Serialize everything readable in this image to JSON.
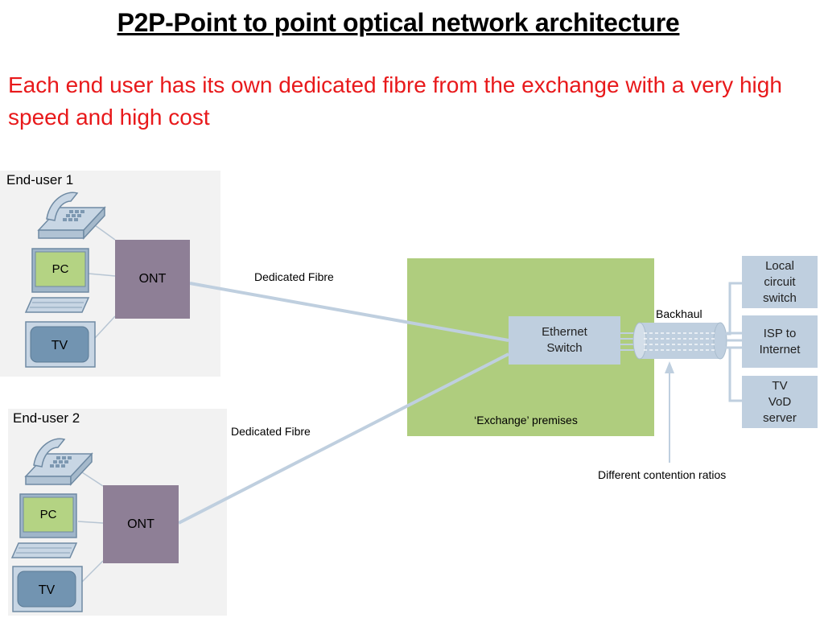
{
  "title": "P2P-Point to point optical network architecture",
  "subtitle": "Each end user has its own dedicated fibre from the exchange with a very high speed and high cost",
  "user1": {
    "label": "End-user 1",
    "pc": "PC",
    "tv": "TV",
    "ont": "ONT"
  },
  "user2": {
    "label": "End-user 2",
    "pc": "PC",
    "tv": "TV",
    "ont": "ONT"
  },
  "fibre1_label": "Dedicated Fibre",
  "fibre2_label": "Dedicated Fibre",
  "exchange": {
    "switch_line1": "Ethernet",
    "switch_line2": "Switch",
    "premises": "‘Exchange’ premises"
  },
  "backhaul_label": "Backhaul",
  "servers": [
    {
      "lines": [
        "Local",
        "circuit",
        "switch"
      ]
    },
    {
      "lines": [
        "ISP to",
        "Internet"
      ]
    },
    {
      "lines": [
        "TV",
        "VoD",
        "server"
      ]
    }
  ],
  "contention_label": "Different contention ratios",
  "colors": {
    "title": "#000000",
    "subtitle": "#e8191b",
    "ont": "#8e7f96",
    "exchange": "#afcd7e",
    "device": "#bfcfdf",
    "fibre": "#bfcfdf"
  }
}
